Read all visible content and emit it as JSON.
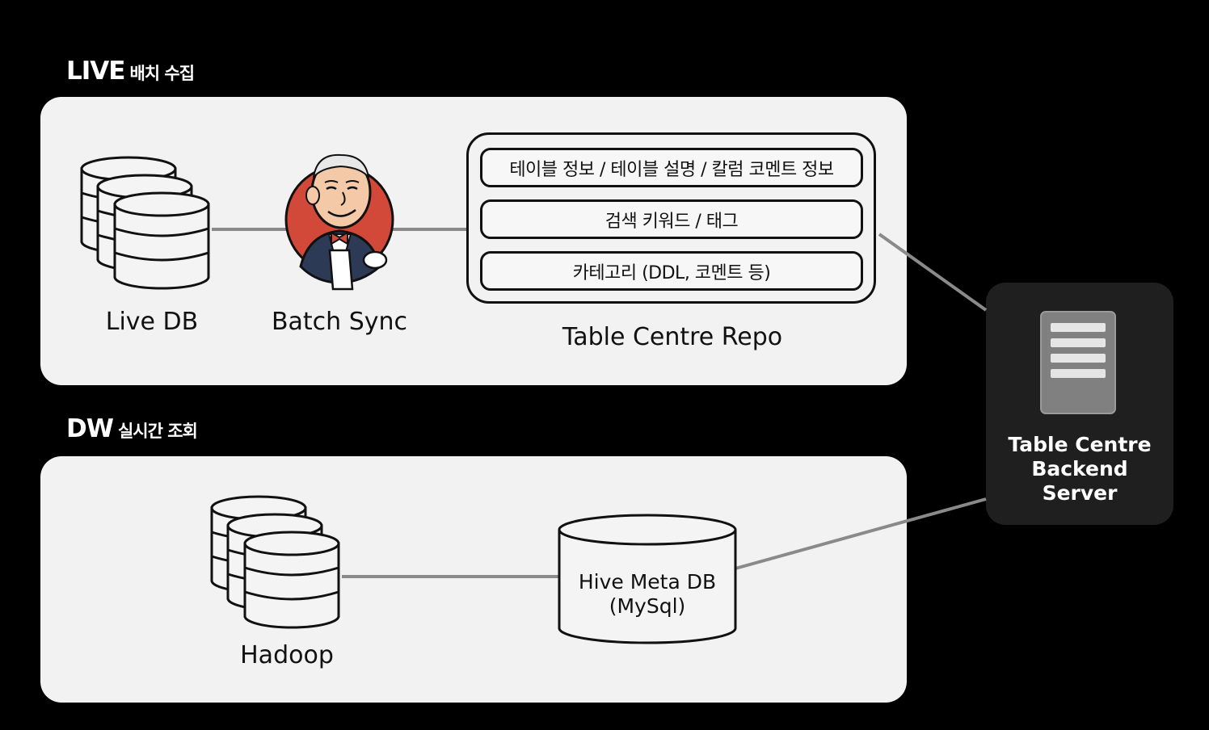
{
  "sections": {
    "live": {
      "title_main": "LIVE",
      "title_sub": "배치 수집"
    },
    "dw": {
      "title_main": "DW",
      "title_sub": "실시간 조회"
    }
  },
  "nodes": {
    "live_db": {
      "label": "Live DB",
      "icon": "database-stack-icon"
    },
    "batch_sync": {
      "label": "Batch Sync",
      "icon": "jenkins-butler-icon"
    },
    "repo": {
      "label": "Table Centre Repo",
      "items": [
        "테이블 정보 / 테이블 설명 / 칼럼 코멘트 정보",
        "검색 키워드 / 태그",
        "카테고리 (DDL, 코멘트 등)"
      ]
    },
    "server": {
      "label_lines": [
        "Table Centre",
        "Backend",
        "Server"
      ],
      "icon": "server-icon"
    },
    "hadoop": {
      "label": "Hadoop",
      "icon": "database-stack-icon"
    },
    "hive": {
      "label_lines": [
        "Hive Meta DB",
        "(MySql)"
      ],
      "icon": "database-cylinder-icon"
    }
  },
  "colors": {
    "background": "#000000",
    "panel": "#f2f2f2",
    "server_box": "#1f1f1f",
    "connector": "#8a8a8a",
    "jenkins_red": "#d24939"
  }
}
